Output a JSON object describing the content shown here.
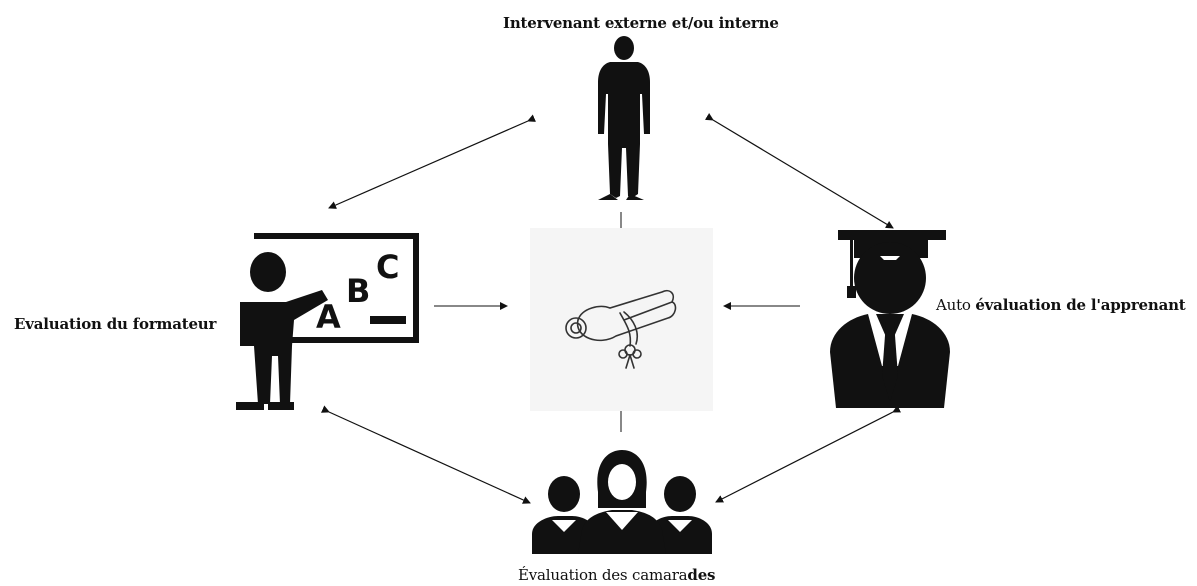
{
  "nodes": {
    "top": {
      "label": "Intervenant externe et/ou interne"
    },
    "left": {
      "label": "Evaluation du formateur"
    },
    "right": {
      "label_light": "Auto ",
      "label_bold": "évaluation de l'apprenant"
    },
    "bottom": {
      "label_light": "Évaluation des camara",
      "label_bold": "des"
    },
    "center": {}
  },
  "board_letters": [
    "A",
    "B",
    "C"
  ],
  "colors": {
    "figure": "#111111",
    "line": "#111111",
    "center_bg": "#f5f5f5"
  },
  "icons": [
    "standing-person-icon",
    "teacher-board-icon",
    "graduate-icon",
    "group-icon",
    "diploma-scroll-icon"
  ]
}
